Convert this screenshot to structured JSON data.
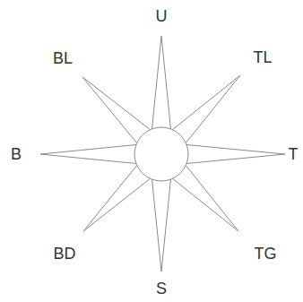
{
  "diagram": {
    "labels": [
      "U",
      "BL",
      "TL",
      "B",
      "T",
      "BD",
      "TG",
      "S"
    ]
  }
}
